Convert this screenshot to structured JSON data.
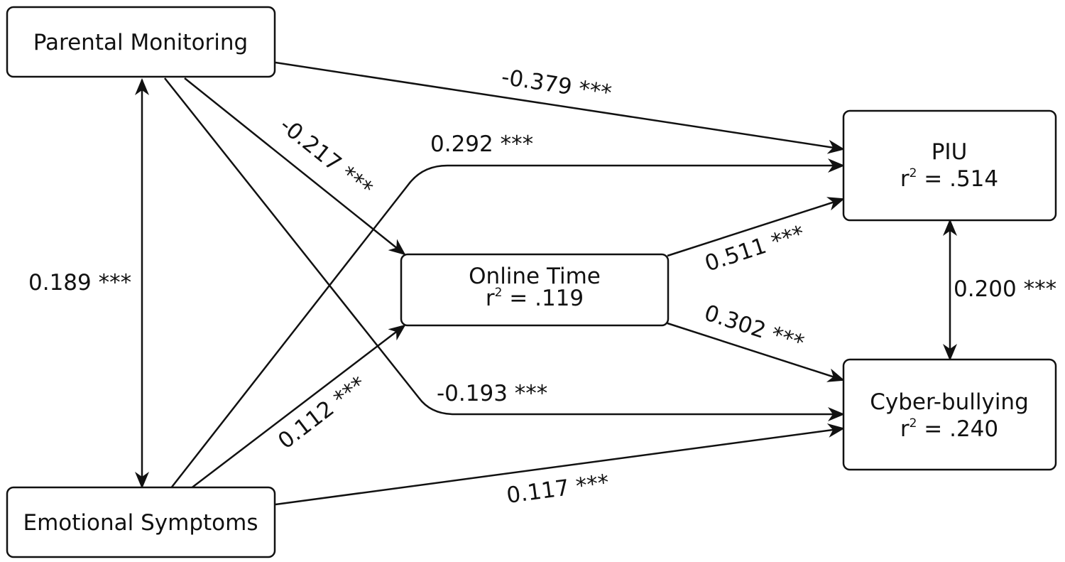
{
  "nodes": {
    "parental_monitoring": {
      "label": "Parental Monitoring"
    },
    "emotional_symptoms": {
      "label": "Emotional Symptoms"
    },
    "online_time": {
      "label": "Online Time",
      "r2_prefix": "r",
      "r2_sup": "2",
      "r2_value": " = .119"
    },
    "piu": {
      "label": "PIU",
      "r2_prefix": "r",
      "r2_sup": "2",
      "r2_value": " = .514"
    },
    "cyber_bullying": {
      "label": "Cyber-bullying",
      "r2_prefix": "r",
      "r2_sup": "2",
      "r2_value": " = .240"
    }
  },
  "paths": {
    "pm_es": "0.189 ***",
    "pm_piu": "-0.379 ***",
    "pm_ot": "-0.217 ***",
    "es_piu": "0.292 ***",
    "ot_piu": "0.511 ***",
    "piu_cb": "0.200 ***",
    "ot_cb": "0.302 ***",
    "pm_cb": "-0.193 ***",
    "es_ot": "0.112 ***",
    "es_cb": "0.117 ***"
  }
}
